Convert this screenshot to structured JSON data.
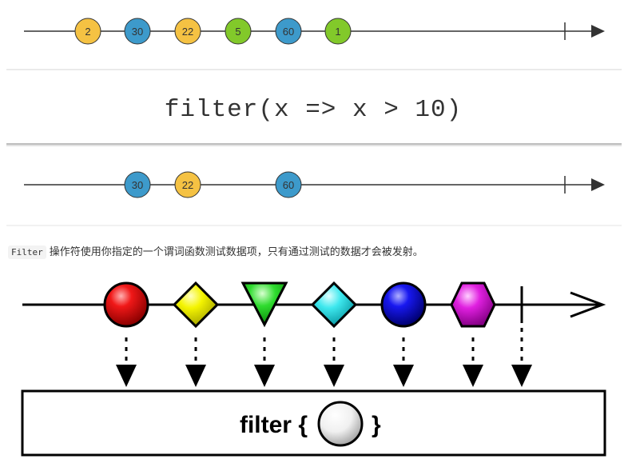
{
  "top_diagram": {
    "input_values": [
      "2",
      "30",
      "22",
      "5",
      "60",
      "1"
    ],
    "operator_text": "filter(x => x > 10)",
    "output_values": [
      "30",
      "22",
      "60"
    ],
    "colors": {
      "yellow": "#f5c243",
      "blue": "#3d9acb",
      "green": "#82c92a",
      "line": "#333333"
    }
  },
  "caption": {
    "code": "Filter",
    "text": "操作符使用你指定的一个谓词函数测试数据项，只有通过测试的数据才会被发射。"
  },
  "bottom_diagram": {
    "shapes": [
      "red-circle",
      "yellow-diamond",
      "green-triangle",
      "cyan-diamond",
      "blue-circle",
      "magenta-hexagon"
    ],
    "filter_label_left": "filter {",
    "filter_label_right": "}"
  }
}
